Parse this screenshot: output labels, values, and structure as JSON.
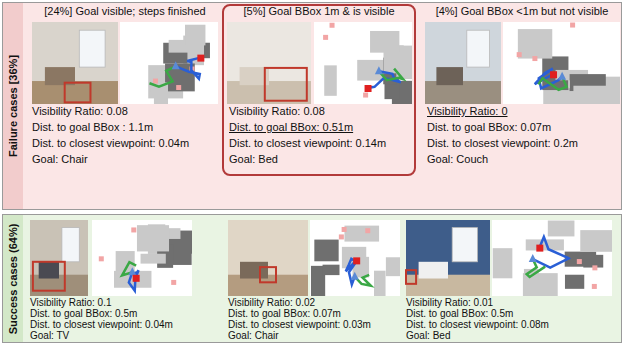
{
  "diagram": {
    "nodes": [
      {
        "text": [
          "Failure cases [36%]"
        ]
      },
      {
        "text": [
          "[5%] Goal BBox 1m & is visible",
          "Visibility Ratio: 0.08",
          "Dist. to goal BBox: 0.51m",
          "Dist. to closest viewpoint: 0.14m",
          "Goal: Bed"
        ],
        "in": 0
      },
      {
        "text": [
          "Success cases (64%)"
        ]
      }
    ],
    "labels": [
      "[24%] Goal visible; steps finished",
      "Visibility Ratio: 0.08",
      "Dist. to goal BBox : 1.1m",
      "Dist. to closest viewpoint: 0.04m",
      "Goal: Chair",
      "[4%] Goal BBox <1m but not visible",
      "Visibility Ratio: 0",
      "Dist. to goal BBox: 0.07m",
      "Dist. to closest viewpoint: 0.2m",
      "Goal: Couch",
      "Visibility Ratio: 0.1",
      "Dist. to goal BBox: 0.5m",
      "Dist. to closest viewpoint: 0.04m",
      "Goal: TV",
      "Visibility Ratio: 0.02",
      "Dist. to goal BBox: 0.07m",
      "Dist. to closest viewpoint: 0.03m",
      "Goal: Chair",
      "Visibility Ratio: 0.01",
      "Dist. to goal BBox: 0.5m",
      "Dist. to closest viewpoint: 0.08m",
      "Goal: Bed"
    ]
  }
}
